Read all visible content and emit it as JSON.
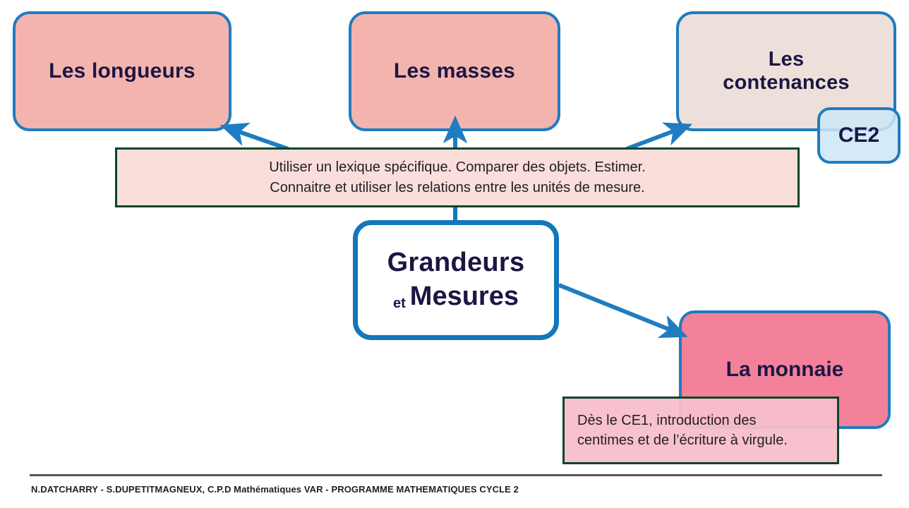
{
  "diagram": {
    "title": "Grandeurs et Mesures",
    "colors": {
      "box_border_blue": "#1F7CC0",
      "center_border_blue": "#1476BC",
      "salmon": "#F4B4AE",
      "beige": "#EDE0DA",
      "light_blue": "#CEE6F7",
      "pink": "#F4819A",
      "note_pink": "#F9DEDB",
      "note_pink_dark": "#F7BECB",
      "note_border_green": "#0B4429",
      "text_navy": "#1B1643",
      "text_dark": "#231F20",
      "footer_rule": "#56565A"
    }
  },
  "nodes": {
    "longueurs": {
      "label": "Les longueurs"
    },
    "masses": {
      "label": "Les masses"
    },
    "contenances": {
      "label_line1": "Les",
      "label_line2": "contenances"
    },
    "ce2_tag": {
      "label": "CE2"
    },
    "center": {
      "line1": "Grandeurs",
      "small": "et",
      "line2": "Mesures"
    },
    "monnaie": {
      "label": "La monnaie"
    }
  },
  "notes": {
    "lexique": {
      "line1": "Utiliser un lexique spécifique. Comparer des objets. Estimer.",
      "line2": "Connaitre et utiliser les relations entre les unités de mesure."
    },
    "monnaie": {
      "line1": "Dès le CE1, introduction des",
      "line2": "centimes et de l’écriture à virgule."
    }
  },
  "footer": {
    "text": "N.DATCHARRY - S.DUPETITMAGNEUX, C.P.D Mathématiques VAR - PROGRAMME MATHEMATIQUES CYCLE 2"
  },
  "chart_data": {
    "type": "diagram",
    "layout": "mind-map",
    "center": "Grandeurs et Mesures",
    "branches": [
      {
        "label": "Les longueurs",
        "color": "#F4B4AE",
        "via": "lexique-note"
      },
      {
        "label": "Les masses",
        "color": "#F4B4AE",
        "via": "lexique-note"
      },
      {
        "label": "Les contenances",
        "color": "#EDE0DA",
        "via": "lexique-note",
        "tag": "CE2"
      },
      {
        "label": "La monnaie",
        "color": "#F4819A",
        "note": "Dès le CE1, introduction des centimes et de l’écriture à virgule."
      }
    ],
    "shared_note": "Utiliser un lexique spécifique. Comparer des objets. Estimer. Connaitre et utiliser les relations entre les unités de mesure."
  }
}
